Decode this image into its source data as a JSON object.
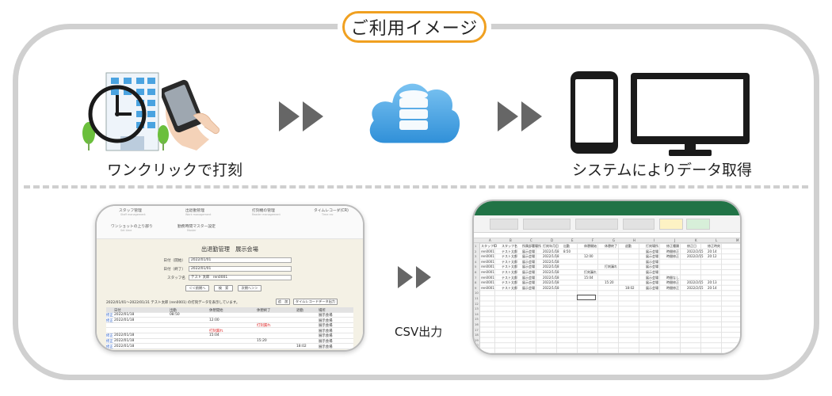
{
  "title": "ご利用イメージ",
  "captions": {
    "one_click": "ワンクリックで打刻",
    "get_data": "システムによりデータ取得",
    "csv_output": "CSV出力"
  },
  "icons": {
    "building_clock": "building-clock-icon",
    "smartphone_hand": "smartphone-hand-icon",
    "cloud_database": "cloud-database-icon",
    "phone": "smartphone-icon",
    "monitor": "monitor-icon",
    "arrow": "double-arrow-icon"
  },
  "colors": {
    "title_border": "#f0a020",
    "frame": "#d0d0d0",
    "arrow": "#666666",
    "cloud": "#2f8fd8",
    "excel_green": "#217346"
  },
  "app": {
    "nav": [
      {
        "label": "スタッフ管理",
        "sub": "Staff management"
      },
      {
        "label": "出退勤管理",
        "sub": "Work management"
      },
      {
        "label": "打刻機の管理",
        "sub": "Reader management"
      },
      {
        "label": "タイムレコーダ(CR)",
        "sub": "Time rec"
      },
      {
        "label": "ワンショットの上り部り",
        "sub": "Set time"
      },
      {
        "label": "勤務時間マスター設定",
        "sub": "Master"
      }
    ],
    "page_title": "出退勤管理　展示会場",
    "form": {
      "date_start_label": "日付（開始）",
      "date_start_value": "2022/01/01",
      "date_end_label": "日付（終了）",
      "date_end_value": "2022/01/01",
      "staff_label": "スタッフ名",
      "staff_value": "テスト 太郎　ren0001"
    },
    "buttons": {
      "prev": "＜＜前期へ",
      "search": "検　索",
      "next": "次期へ＞＞",
      "add": "追　加",
      "export": "タイムレコードデータ出力"
    },
    "info": "2022/01/01〜2022/01/31 テスト太郎 (ren0001) の打刻データを表示しています。",
    "table": {
      "headers": [
        "日付",
        "出勤",
        "休憩開始",
        "休憩終了",
        "退勤",
        "場所"
      ],
      "rows": [
        {
          "tag": "修正",
          "date": "2022/01/18",
          "in": "08:50",
          "bstart": "",
          "bend": "",
          "out": "",
          "place": "展示会場"
        },
        {
          "tag": "修正",
          "date": "2022/01/18",
          "in": "",
          "bstart": "12:00",
          "bend": "",
          "out": "",
          "place": "展示会場"
        },
        {
          "tag": "",
          "date": "",
          "in": "",
          "bstart": "",
          "bend": "打刻漏れ",
          "out": "",
          "place": "展示会場"
        },
        {
          "tag": "",
          "date": "",
          "in": "",
          "bstart": "打刻漏れ",
          "bend": "",
          "out": "",
          "place": "展示会場"
        },
        {
          "tag": "修正",
          "date": "2022/01/18",
          "in": "",
          "bstart": "15:04",
          "bend": "",
          "out": "",
          "place": "展示会場"
        },
        {
          "tag": "修正",
          "date": "2022/01/18",
          "in": "",
          "bstart": "",
          "bend": "15:20",
          "out": "",
          "place": "展示会場"
        },
        {
          "tag": "修正",
          "date": "2022/01/18",
          "in": "",
          "bstart": "",
          "bend": "",
          "out": "18:02",
          "place": "展示会場"
        }
      ]
    }
  },
  "excel": {
    "columns": [
      "A",
      "B",
      "C",
      "D",
      "E",
      "F",
      "G",
      "H",
      "I",
      "J",
      "K",
      "L",
      "M"
    ],
    "header": [
      "スタッフID",
      "スタッフ名",
      "所属部署場所",
      "打刻年月日",
      "出勤",
      "休憩開始",
      "休憩終了",
      "退勤",
      "打刻場所",
      "修正種類",
      "修正日",
      "修正時刻"
    ],
    "rows": [
      [
        "ren0001",
        "テスト太郎",
        "展示会場",
        "2022/1/18",
        "8:50",
        "",
        "",
        "",
        "展示会場",
        "時間修正",
        "2022/2/15",
        "20:14"
      ],
      [
        "ren0001",
        "テスト太郎",
        "展示会場",
        "2022/1/18",
        "",
        "12:00",
        "",
        "",
        "展示会場",
        "時間修正",
        "2022/2/15",
        "20:12"
      ],
      [
        "ren0001",
        "テスト太郎",
        "展示会場",
        "2022/1/18",
        "",
        "",
        "",
        "",
        "展示会場",
        "",
        "",
        ""
      ],
      [
        "ren0001",
        "テスト太郎",
        "展示会場",
        "2022/1/18",
        "",
        "",
        "打刻漏れ",
        "",
        "展示会場",
        "",
        "",
        ""
      ],
      [
        "ren0001",
        "テスト太郎",
        "展示会場",
        "2022/1/18",
        "",
        "打刻漏れ",
        "",
        "",
        "展示会場",
        "",
        "",
        ""
      ],
      [
        "ren0001",
        "テスト太郎",
        "展示会場",
        "2022/1/18",
        "",
        "15:04",
        "",
        "",
        "展示会場",
        "時間なし",
        "",
        ""
      ],
      [
        "ren0001",
        "テスト太郎",
        "展示会場",
        "2022/1/18",
        "",
        "",
        "15:20",
        "",
        "展示会場",
        "時間修正",
        "2022/2/15",
        "20:13"
      ],
      [
        "ren0001",
        "テスト太郎",
        "展示会場",
        "2022/1/18",
        "",
        "",
        "",
        "18:02",
        "展示会場",
        "時間修正",
        "2022/2/15",
        "20:14"
      ]
    ],
    "row_numbers": [
      "1",
      "2",
      "3",
      "4",
      "5",
      "6",
      "7",
      "8",
      "9",
      "10",
      "11",
      "12",
      "13",
      "14",
      "15",
      "16",
      "17",
      "18",
      "19",
      "20",
      "21"
    ]
  }
}
